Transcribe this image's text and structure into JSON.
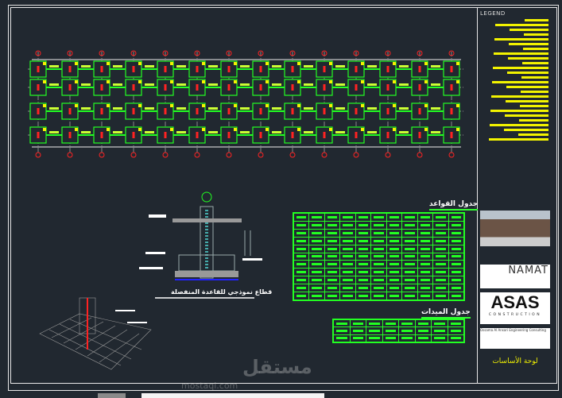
{
  "legend": {
    "title": "LEGEND"
  },
  "plan": {
    "name": "foundation-plan"
  },
  "detail": {
    "title": "قطاع نموذجي للقاعدة المنفصلة"
  },
  "footing_table": {
    "title": "جدول القواعد"
  },
  "beam_table": {
    "title": "جدول الميدات"
  },
  "titleblock": {
    "namat_logo": "NAMAT",
    "asas_logo": "ASAS",
    "asas_sub": "CONSTRUCTION",
    "company": "Ossama Al Ansari Engineering Consulting",
    "drawing_title": "لوحة الأساسات"
  },
  "watermark": {
    "ar": "مستقل",
    "en": "mostaql.com"
  },
  "colors": {
    "background": "#212830",
    "green": "#22ff22",
    "yellow": "#f3f300",
    "red": "#ff2020"
  }
}
